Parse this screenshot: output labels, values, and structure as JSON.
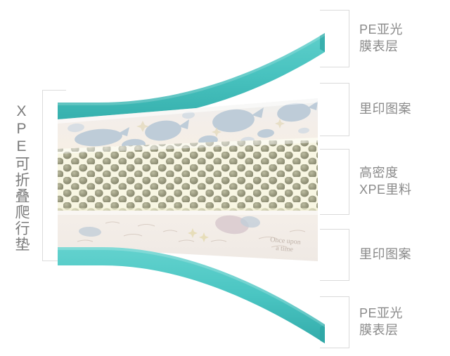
{
  "product": {
    "vertical_caption": "XPE可折叠爬行垫"
  },
  "colors": {
    "pe_film_teal": "#4cc5c2",
    "pe_film_teal_dark": "#36b0ad",
    "print_layer_cream": "#f4ede6",
    "foam_core_cream": "#f7f5e2",
    "foam_bubble": "#8f8f72",
    "whale_blue": "#b7c6d4",
    "bracket_line": "#dadada",
    "label_text": "#8a8a8a",
    "caption_text": "#7b7b7b",
    "background": "#ffffff"
  },
  "layers": [
    {
      "id": "pe-top",
      "name": "PE亚光膜表层",
      "label": "PE亚光\n膜表层",
      "role": "top-matte-pe-film"
    },
    {
      "id": "print-top",
      "name": "里印图案",
      "label": "里印图案",
      "role": "top-reverse-printed-pattern"
    },
    {
      "id": "xpe-core",
      "name": "高密度XPE里料",
      "label": "高密度\nXPE里料",
      "role": "high-density-xpe-core"
    },
    {
      "id": "print-bottom",
      "name": "里印图案",
      "label": "里印图案",
      "role": "bottom-reverse-printed-pattern"
    },
    {
      "id": "pe-bottom",
      "name": "PE亚光膜表层",
      "label": "PE亚光\n膜表层",
      "role": "bottom-matte-pe-film"
    }
  ],
  "artwork": {
    "pattern_motif": "whales-and-sea-creatures",
    "foam_texture": "embossed-bubble-grid",
    "printed_script_text": "Once upon a time"
  }
}
